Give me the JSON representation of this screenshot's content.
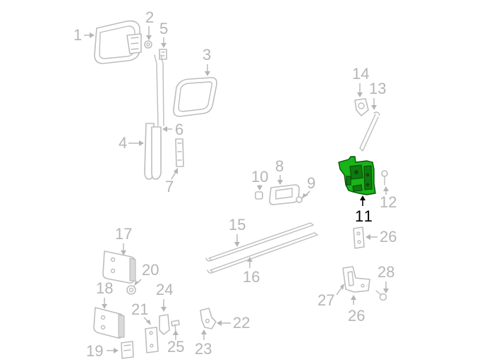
{
  "diagram": {
    "highlighted_part": "11",
    "colors": {
      "highlight_fill": "#18b418",
      "highlight_outline": "#0b4f0b",
      "part_outline": "#bdbdbd",
      "callout_gray": "#b5b5b5",
      "callout_highlight": "#000000"
    },
    "callouts": {
      "c1": "1",
      "c2": "2",
      "c3": "3",
      "c4": "4",
      "c5": "5",
      "c6": "6",
      "c7": "7",
      "c8": "8",
      "c9": "9",
      "c10": "10",
      "c11": "11",
      "c12": "12",
      "c13": "13",
      "c14": "14",
      "c15": "15",
      "c16": "16",
      "c17": "17",
      "c18": "18",
      "c19": "19",
      "c20": "20",
      "c21": "21",
      "c22": "22",
      "c23": "23",
      "c24": "24",
      "c25": "25",
      "c26a": "26",
      "c26b": "26",
      "c27": "27",
      "c28": "28"
    }
  }
}
